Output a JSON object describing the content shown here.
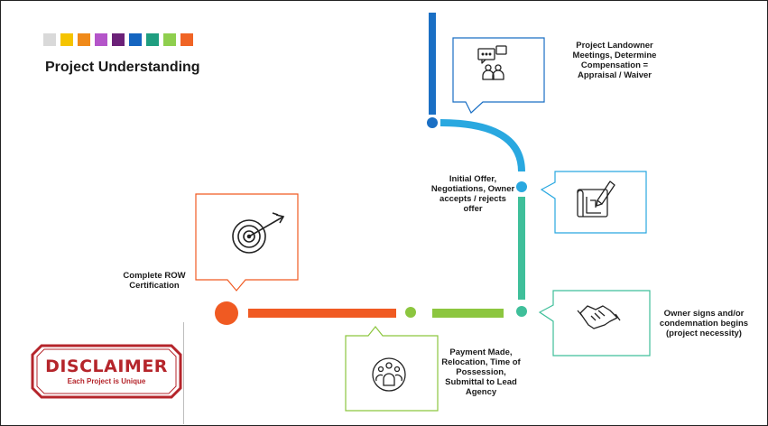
{
  "header": {
    "title": "Project Understanding",
    "swatch_colors": [
      "#d9d9d9",
      "#f5c400",
      "#f08a1a",
      "#b455c9",
      "#6b2178",
      "#1565c0",
      "#1f9e80",
      "#8fcf4e",
      "#f06425"
    ]
  },
  "steps": {
    "landowner": {
      "label": "Project Landowner Meetings, Determine Compensation = Appraisal / Waiver",
      "icon": "meeting-icon",
      "color": "#1a6fc4"
    },
    "offer": {
      "label": "Initial Offer, Negotiations, Owner accepts / rejects offer",
      "icon": "blueprint-pencil-icon",
      "color": "#29a8e0"
    },
    "signs": {
      "label": "Owner signs and/or condemnation begins (project necessity)",
      "icon": "handshake-icon",
      "color": "#3fbf9a"
    },
    "payment": {
      "label": "Payment Made, Relocation, Time of Possession, Submittal to Lead Agency",
      "icon": "group-icon",
      "color": "#8cc63f"
    },
    "certification": {
      "label": "Complete ROW Certification",
      "icon": "target-icon",
      "color": "#f05a22"
    }
  },
  "disclaimer": {
    "title": "DISCLAIMER",
    "subtitle": "Each Project is Unique",
    "color": "#b5252b"
  }
}
